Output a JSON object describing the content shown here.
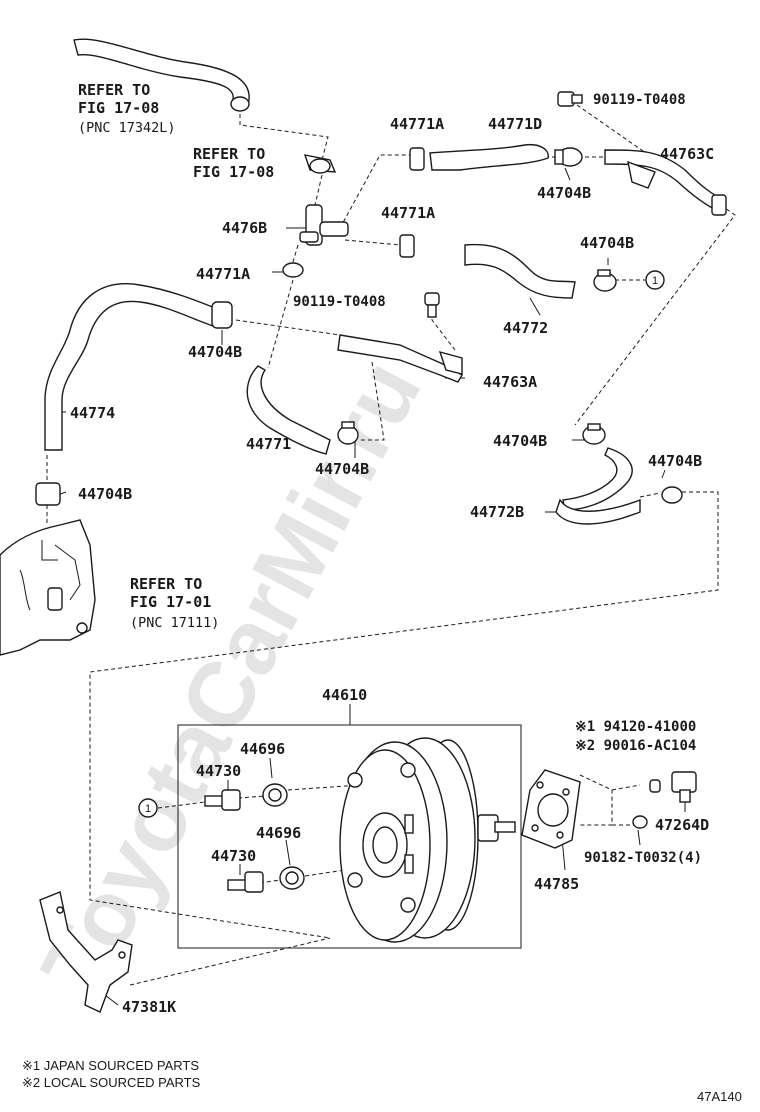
{
  "watermark": "ToyotaCarMir.ru",
  "refs": {
    "ref1": {
      "l1": "REFER TO",
      "l2": "FIG 17-08",
      "l3": "(PNC 17342L)"
    },
    "ref2": {
      "l1": "REFER TO",
      "l2": "FIG 17-08"
    },
    "ref3": {
      "l1": "REFER TO",
      "l2": "FIG 17-01",
      "l3": "(PNC 17111)"
    }
  },
  "parts": {
    "p44771A_top": "44771A",
    "p44771D": "44771D",
    "p90119_top": "90119-T0408",
    "p44763C": "44763C",
    "p44704B_a": "44704B",
    "p4476B": "4476B",
    "p44771A_mid": "44771A",
    "p44704B_b": "44704B",
    "p44771A_left": "44771A",
    "p90119_mid": "90119-T0408",
    "p44772": "44772",
    "p44704B_c": "44704B",
    "p44763A": "44763A",
    "p44774": "44774",
    "p44771": "44771",
    "p44704B_d": "44704B",
    "p44704B_e": "44704B",
    "p44704B_f": "44704B",
    "p44772B": "44772B",
    "p44704B_g": "44704B",
    "p44610": "44610",
    "p194120": "※1 94120-41000",
    "p290016": "※2 90016-AC104",
    "p44696_a": "44696",
    "p44730_a": "44730",
    "p47264D": "47264D",
    "p44696_b": "44696",
    "p44730_b": "44730",
    "p90182": "90182-T0032(4)",
    "p44785": "44785",
    "p47381K": "47381K"
  },
  "circle_marker": "1",
  "footnotes": {
    "n1": "※1 JAPAN SOURCED PARTS",
    "n2": "※2 LOCAL SOURCED PARTS"
  },
  "diagram_code": "47A140"
}
